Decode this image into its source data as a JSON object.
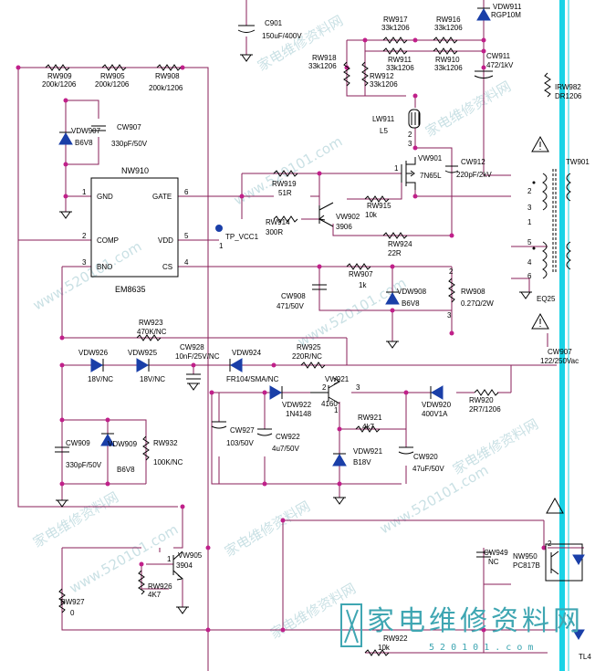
{
  "colors": {
    "wire": "#8a1f5a",
    "junction": "#c0208a",
    "diode": "#1a3fa8",
    "cyan_rail": "#19d3e6",
    "watermark": "#9ec8cf",
    "logo": "#3fa6b2"
  },
  "ic": {
    "name": "NW910",
    "part": "EM8635",
    "pins_left": [
      {
        "num": "1",
        "label": "GND"
      },
      {
        "num": "2",
        "label": "COMP"
      },
      {
        "num": "3",
        "label": "BNO"
      }
    ],
    "pins_right": [
      {
        "num": "6",
        "label": "GATE"
      },
      {
        "num": "5",
        "label": "VDD"
      },
      {
        "num": "4",
        "label": "CS"
      }
    ]
  },
  "testpoint": {
    "label": "TP_VCC1",
    "pin": "1"
  },
  "watermark": {
    "text_cn": "家电维修资料网",
    "url": "www.520101.com",
    "logo_cn": "家电维修资料网",
    "logo_url": "5 2 0 1 0 1 . c o m"
  },
  "components": [
    {
      "id": "C901",
      "name": "C901",
      "value": "150uF/400V"
    },
    {
      "id": "RW917",
      "name": "RW917",
      "value": "33k1206"
    },
    {
      "id": "RW916",
      "name": "RW916",
      "value": "33k1206"
    },
    {
      "id": "VDW911",
      "name": "VDW911",
      "value": "RGP10M"
    },
    {
      "id": "RW918",
      "name": "RW918",
      "value": "33k1206"
    },
    {
      "id": "RW911",
      "name": "RW911",
      "value": "33k1206"
    },
    {
      "id": "RW910",
      "name": "RW910",
      "value": "33k1206"
    },
    {
      "id": "CW911",
      "name": "CW911",
      "value": "472/1kV"
    },
    {
      "id": "RW912",
      "name": "RW912",
      "value": "33k1206"
    },
    {
      "id": "RW909",
      "name": "RW909",
      "value": "200k/1206"
    },
    {
      "id": "RW905",
      "name": "RW905",
      "value": "200k/1206"
    },
    {
      "id": "RW908a",
      "name": "RW908",
      "value": "200k/1206"
    },
    {
      "id": "IRW982",
      "name": "IRW982",
      "value": "DR1206"
    },
    {
      "id": "VDW907",
      "name": "VDW907",
      "value": "B6V8"
    },
    {
      "id": "CW907",
      "name": "CW907",
      "value": "330pF/50V"
    },
    {
      "id": "LW911",
      "name": "LW911",
      "value": "L5"
    },
    {
      "id": "VW901",
      "name": "VW901",
      "value": "7N65L"
    },
    {
      "id": "CW912",
      "name": "CW912",
      "value": "220pF/2kV"
    },
    {
      "id": "TW901",
      "name": "TW901",
      "value": ""
    },
    {
      "id": "RW919",
      "name": "RW919",
      "value": "51R"
    },
    {
      "id": "RW915",
      "name": "RW915",
      "value": "10k"
    },
    {
      "id": "RW914",
      "name": "RW914",
      "value": "300R"
    },
    {
      "id": "VW902",
      "name": "VW902",
      "value": "3906"
    },
    {
      "id": "RW924",
      "name": "RW924",
      "value": "22R"
    },
    {
      "id": "RW907",
      "name": "RW907",
      "value": "1k"
    },
    {
      "id": "CW908",
      "name": "CW908",
      "value": "471/50V"
    },
    {
      "id": "VDW908",
      "name": "VDW908",
      "value": "B6V8"
    },
    {
      "id": "RW908",
      "name": "RW908",
      "value": "0.27Ω/2W"
    },
    {
      "id": "EQ25",
      "name": "EQ25",
      "value": ""
    },
    {
      "id": "RW923",
      "name": "RW923",
      "value": "470K/NC"
    },
    {
      "id": "VDW926",
      "name": "VDW926",
      "value": "18V/NC"
    },
    {
      "id": "VDW925",
      "name": "VDW925",
      "value": "18V/NC"
    },
    {
      "id": "CW928",
      "name": "CW928",
      "value": "10nF/25V/NC"
    },
    {
      "id": "VDW924",
      "name": "VDW924",
      "value": "FR104/SMA/NC"
    },
    {
      "id": "RW925",
      "name": "RW925",
      "value": "220R/NC"
    },
    {
      "id": "CW907b",
      "name": "CW907",
      "value": "122/250Vac"
    },
    {
      "id": "VW921",
      "name": "VW921",
      "value": "4160"
    },
    {
      "id": "VDW922",
      "name": "VDW922",
      "value": "1N4148"
    },
    {
      "id": "VDW920",
      "name": "VDW920",
      "value": "400V1A"
    },
    {
      "id": "RW920",
      "name": "RW920",
      "value": "2R7/1206"
    },
    {
      "id": "RW921",
      "name": "RW921",
      "value": "4k7"
    },
    {
      "id": "CW927",
      "name": "CW927",
      "value": "103/50V"
    },
    {
      "id": "CW922",
      "name": "CW922",
      "value": "4u7/50V"
    },
    {
      "id": "VDW921",
      "name": "VDW921",
      "value": "B18V"
    },
    {
      "id": "CW920",
      "name": "CW920",
      "value": "47uF/50V"
    },
    {
      "id": "CW909",
      "name": "CW909",
      "value": "330pF/50V"
    },
    {
      "id": "VDW909",
      "name": "VDW909",
      "value": "B6V8"
    },
    {
      "id": "RW932",
      "name": "RW932",
      "value": "100K/NC"
    },
    {
      "id": "VW905",
      "name": "VW905",
      "value": "3904"
    },
    {
      "id": "RW926",
      "name": "RW926",
      "value": "4K7"
    },
    {
      "id": "RW927",
      "name": "RW927",
      "value": "0"
    },
    {
      "id": "CW949",
      "name": "CW949",
      "value": "NC"
    },
    {
      "id": "NW950",
      "name": "NW950",
      "value": "PC817B"
    },
    {
      "id": "RW922",
      "name": "RW922",
      "value": "10k"
    },
    {
      "id": "TL4",
      "name": "TL4",
      "value": ""
    }
  ],
  "pin_numbers": [
    "1",
    "2",
    "3",
    "4",
    "5",
    "6",
    "2",
    "3",
    "1",
    "2",
    "3",
    "1",
    "2",
    "3",
    "1",
    "2"
  ]
}
